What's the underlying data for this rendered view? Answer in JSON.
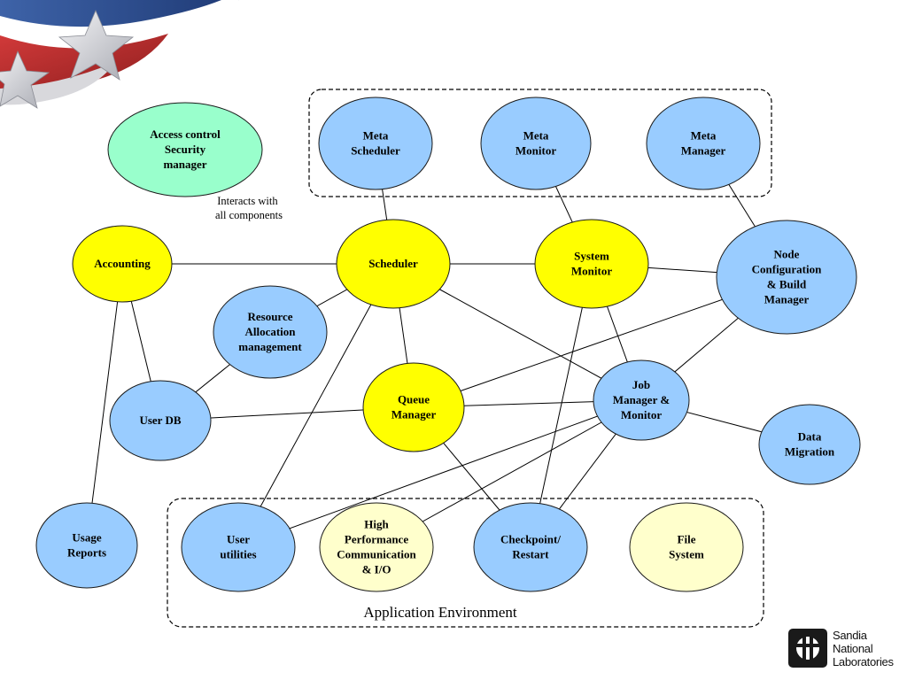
{
  "colors": {
    "blue": "#99CCFF",
    "yellow": "#FFFF00",
    "mint": "#99FFCC",
    "pale": "#FFFFCC"
  },
  "nodes": [
    {
      "id": "meta-scheduler",
      "lines": [
        "Meta",
        "Scheduler"
      ],
      "color": "blue"
    },
    {
      "id": "meta-monitor",
      "lines": [
        "Meta",
        "Monitor"
      ],
      "color": "blue"
    },
    {
      "id": "meta-manager",
      "lines": [
        "Meta",
        "Manager"
      ],
      "color": "blue"
    },
    {
      "id": "access-control",
      "lines": [
        "Access control",
        "Security",
        "manager"
      ],
      "color": "mint"
    },
    {
      "id": "accounting",
      "lines": [
        "Accounting"
      ],
      "color": "yellow"
    },
    {
      "id": "scheduler",
      "lines": [
        "Scheduler"
      ],
      "color": "yellow"
    },
    {
      "id": "system-monitor",
      "lines": [
        "System",
        "Monitor"
      ],
      "color": "yellow"
    },
    {
      "id": "node-config",
      "lines": [
        "Node",
        "Configuration",
        "& Build",
        "Manager"
      ],
      "color": "blue"
    },
    {
      "id": "resource-allocation",
      "lines": [
        "Resource",
        "Allocation",
        "management"
      ],
      "color": "blue"
    },
    {
      "id": "user-db",
      "lines": [
        "User DB"
      ],
      "color": "blue"
    },
    {
      "id": "queue-manager",
      "lines": [
        "Queue",
        "Manager"
      ],
      "color": "yellow"
    },
    {
      "id": "job-manager",
      "lines": [
        "Job",
        "Manager &",
        "Monitor"
      ],
      "color": "blue"
    },
    {
      "id": "data-migration",
      "lines": [
        "Data",
        "Migration"
      ],
      "color": "blue"
    },
    {
      "id": "usage-reports",
      "lines": [
        "Usage",
        "Reports"
      ],
      "color": "blue"
    },
    {
      "id": "user-utilities",
      "lines": [
        "User",
        "utilities"
      ],
      "color": "blue"
    },
    {
      "id": "hpc-io",
      "lines": [
        "High",
        "Performance",
        "Communication",
        "& I/O"
      ],
      "color": "pale"
    },
    {
      "id": "checkpoint",
      "lines": [
        "Checkpoint/",
        "Restart"
      ],
      "color": "blue"
    },
    {
      "id": "file-system",
      "lines": [
        "File",
        "System"
      ],
      "color": "pale"
    }
  ],
  "edges": [
    [
      "meta-scheduler",
      "scheduler"
    ],
    [
      "meta-monitor",
      "system-monitor"
    ],
    [
      "meta-manager",
      "node-config"
    ],
    [
      "accounting",
      "scheduler"
    ],
    [
      "scheduler",
      "system-monitor"
    ],
    [
      "system-monitor",
      "node-config"
    ],
    [
      "accounting",
      "user-db"
    ],
    [
      "accounting",
      "usage-reports"
    ],
    [
      "resource-allocation",
      "scheduler"
    ],
    [
      "resource-allocation",
      "user-db"
    ],
    [
      "scheduler",
      "queue-manager"
    ],
    [
      "scheduler",
      "job-manager"
    ],
    [
      "scheduler",
      "user-utilities"
    ],
    [
      "system-monitor",
      "job-manager"
    ],
    [
      "system-monitor",
      "checkpoint"
    ],
    [
      "node-config",
      "queue-manager"
    ],
    [
      "node-config",
      "job-manager"
    ],
    [
      "user-db",
      "queue-manager"
    ],
    [
      "queue-manager",
      "job-manager"
    ],
    [
      "queue-manager",
      "checkpoint"
    ],
    [
      "job-manager",
      "data-migration"
    ],
    [
      "job-manager",
      "user-utilities"
    ],
    [
      "job-manager",
      "hpc-io"
    ],
    [
      "job-manager",
      "checkpoint"
    ]
  ],
  "annotation": {
    "lines": [
      "Interacts with",
      "all components"
    ]
  },
  "groups": {
    "meta_group": {
      "label": ""
    },
    "app_env": {
      "label": "Application Environment"
    }
  },
  "logo": {
    "lines": [
      "Sandia",
      "National",
      "Laboratories"
    ]
  }
}
